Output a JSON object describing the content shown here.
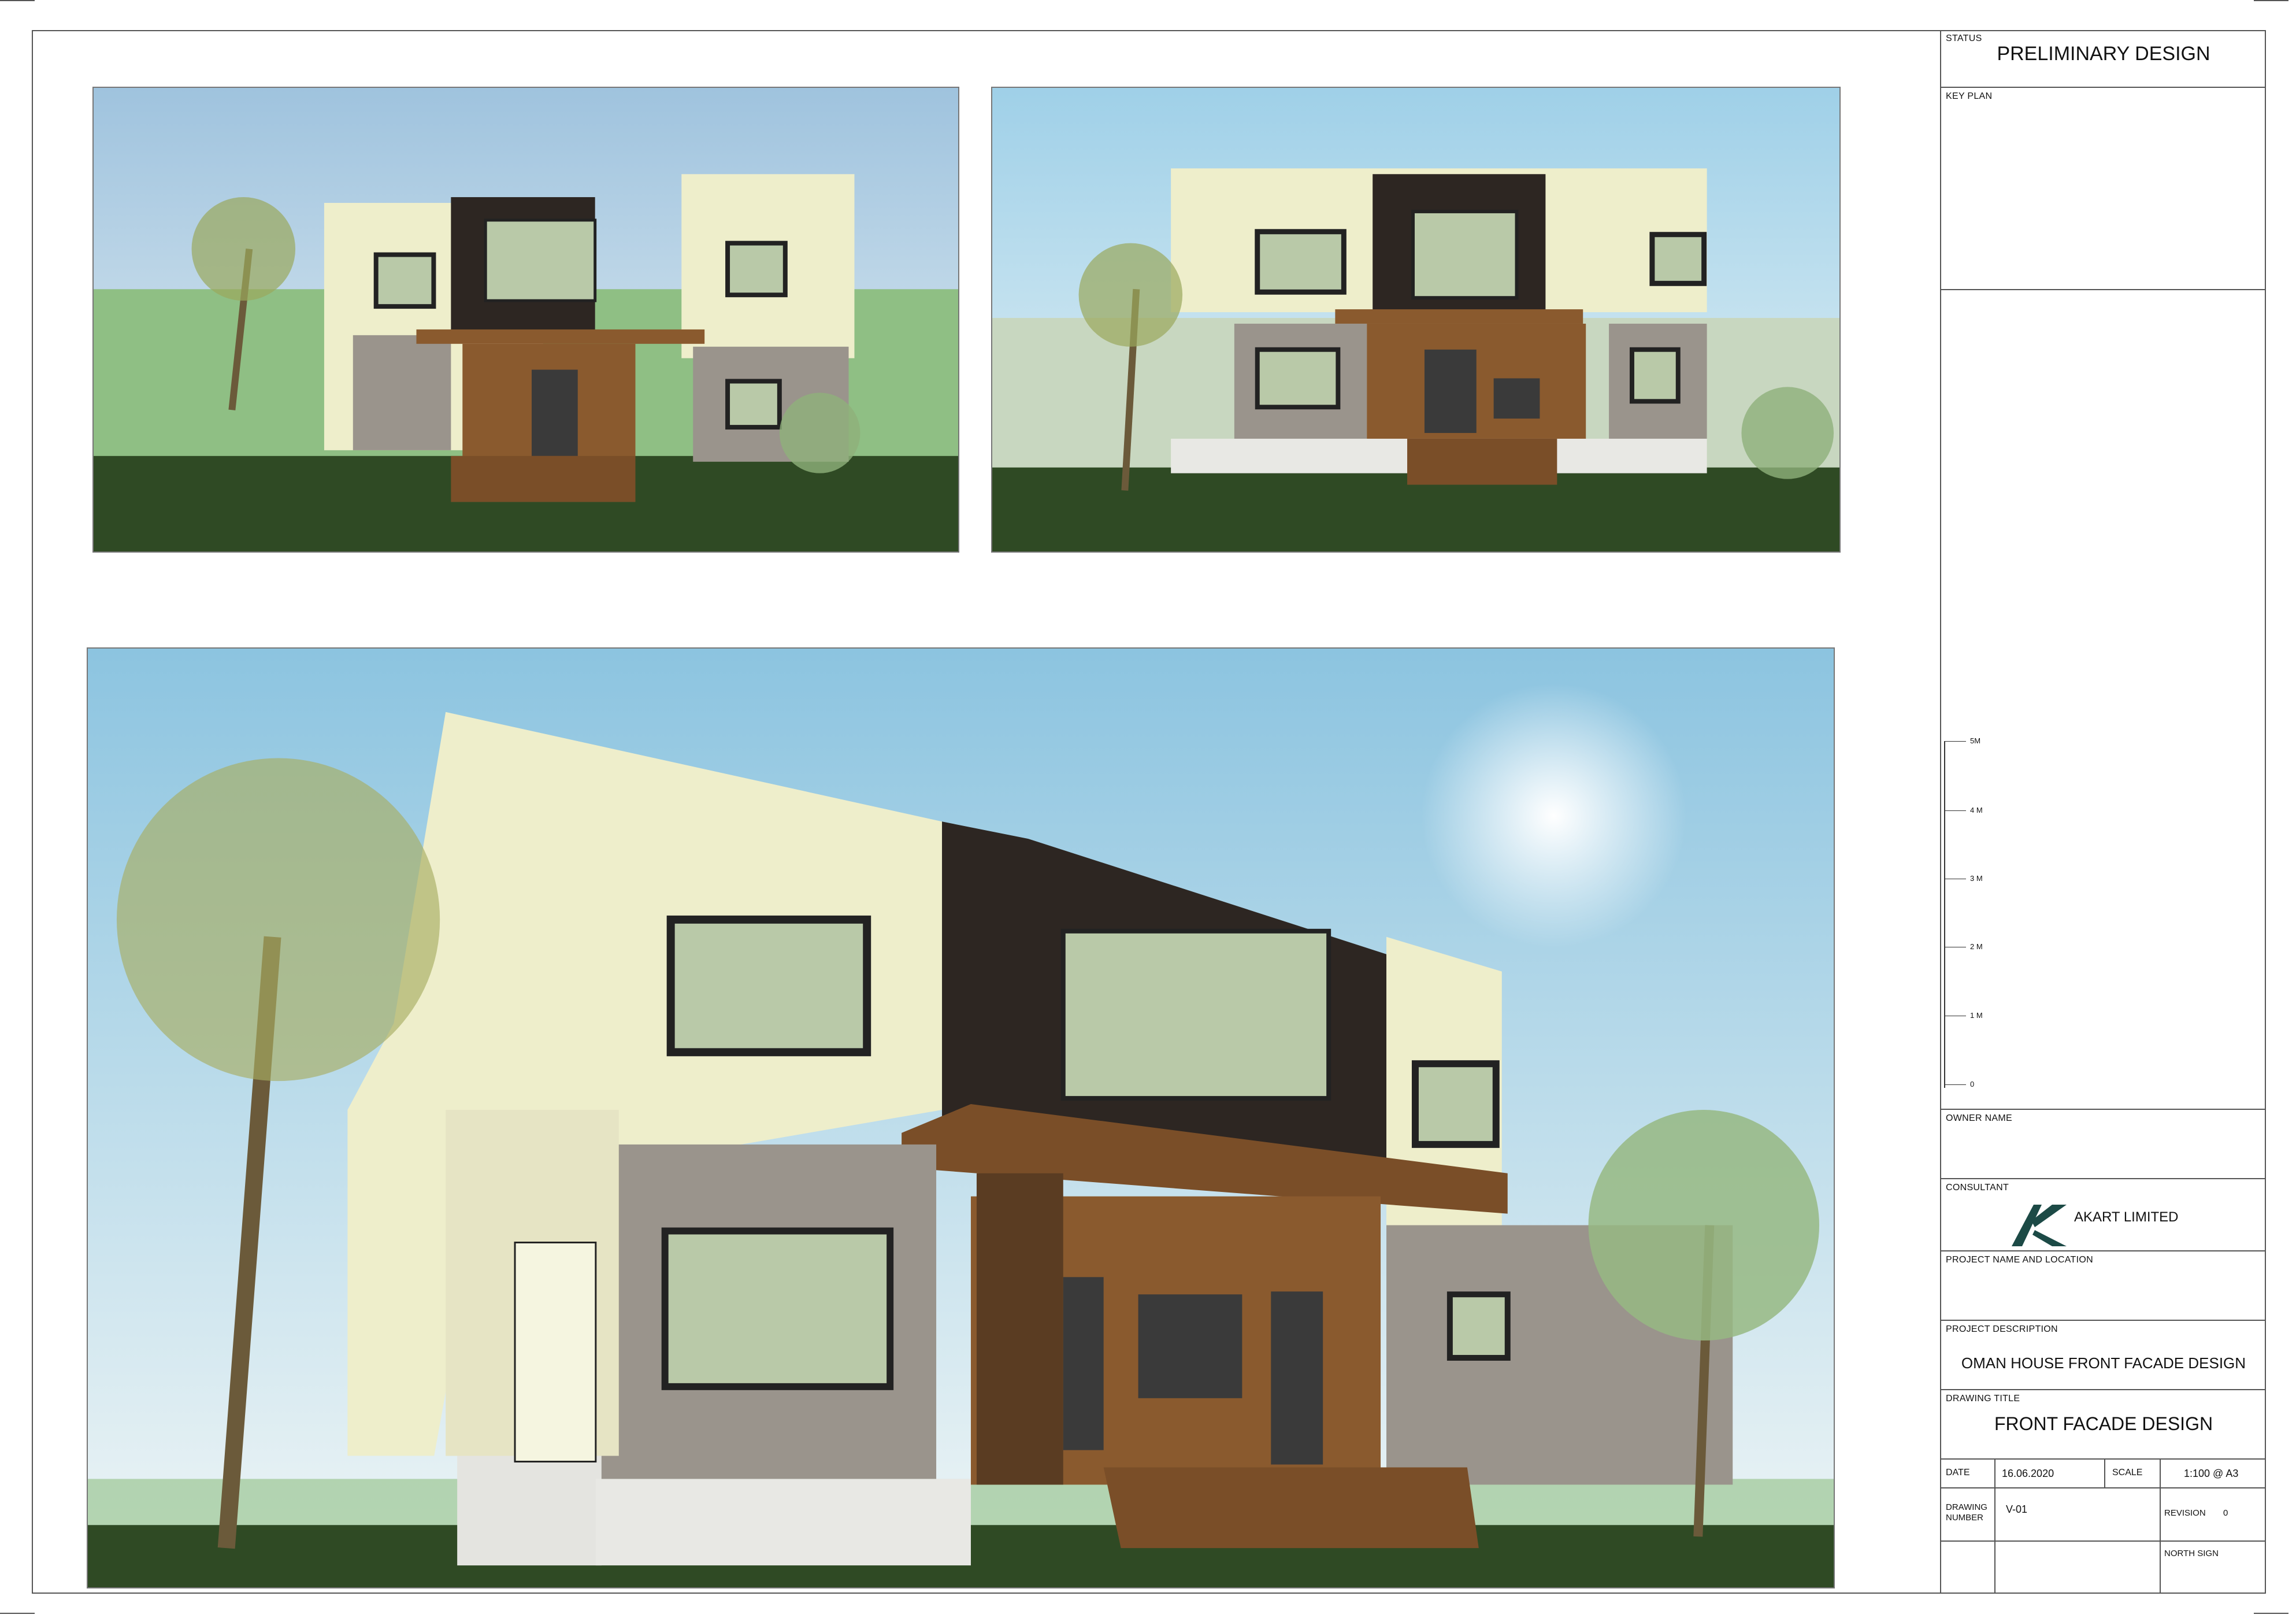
{
  "title_block": {
    "status_label": "STATUS",
    "status_value": "PRELIMINARY DESIGN",
    "key_plan_label": "KEY PLAN",
    "scale_bar": [
      "5M",
      "4 M",
      "3 M",
      "2 M",
      "1 M",
      "0"
    ],
    "owner_label": "OWNER NAME",
    "consultant_label": "CONSULTANT",
    "consultant_name": "AKART LIMITED",
    "project_name_label": "PROJECT NAME AND LOCATION",
    "project_desc_label": "PROJECT DESCRIPTION",
    "project_desc_value": "OMAN HOUSE FRONT FACADE DESIGN",
    "drawing_title_label": "DRAWING TITLE",
    "drawing_title_value": "FRONT FACADE DESIGN",
    "date_label": "DATE",
    "date_value": "16.06.2020",
    "scale_label": "SCALE",
    "scale_value": "1:100 @ A3",
    "drawing_number_label_1": "DRAWING",
    "drawing_number_label_2": "NUMBER",
    "drawing_number_value": "V-01",
    "revision_label": "REVISION",
    "revision_value": "0",
    "north_sign_label": "NORTH SIGN"
  },
  "colors": {
    "sky": "#a9cfe6",
    "lawn": "#2f4a24",
    "plaster": "#eeeecb",
    "wood_dark": "#2d2622",
    "wood": "#8a5a2e",
    "stone": "#9a948c",
    "glass": "#b9c9a8",
    "logo": "#1c4a46"
  }
}
